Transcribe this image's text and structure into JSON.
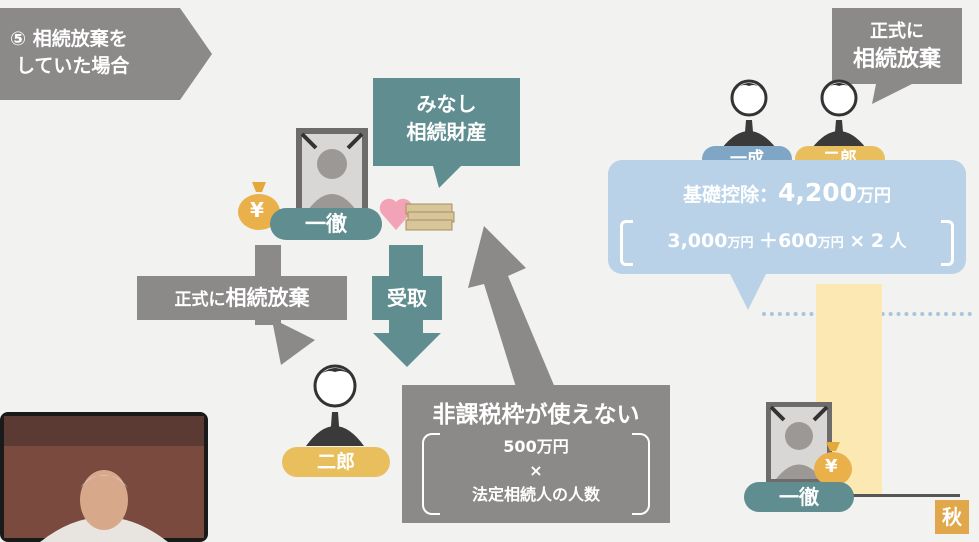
{
  "scene": {
    "title_line1": "⑤ 相続放棄を",
    "title_line2": "していた場合",
    "deceased_name": "一徹",
    "heir_name_jiro": "二郎",
    "heir_name_ichinari": "一成",
    "minashi_line1": "みなし",
    "minashi_line2": "相続財産",
    "label_renounce_plain": "正式に",
    "label_renounce_bold": "相続放棄",
    "label_receive": "受取",
    "nontax_title": "非課税枠が使えない",
    "nontax_formula_line1": "500万円",
    "nontax_formula_line2": "×",
    "nontax_formula_line3": "法定相続人の人数",
    "callout_line1": "正式に",
    "callout_line2": "相続放棄",
    "deduction_label": "基礎控除：",
    "deduction_value": "4,200",
    "deduction_unit": "万円",
    "formula_a": "3,000",
    "formula_a_unit": "万円",
    "formula_plus": "＋",
    "formula_b": "600",
    "formula_b_unit": "万円",
    "formula_times": "×",
    "formula_n": "2",
    "formula_n_unit": "人",
    "corner_badge": "秋",
    "yen_symbol": "¥"
  },
  "colors": {
    "gray_box": "#8c8a89",
    "teal": "#5f8d90",
    "gold": "#e8bf5c",
    "blue_panel": "#b9d2e8",
    "bar_yellow": "#fbe8b3"
  }
}
